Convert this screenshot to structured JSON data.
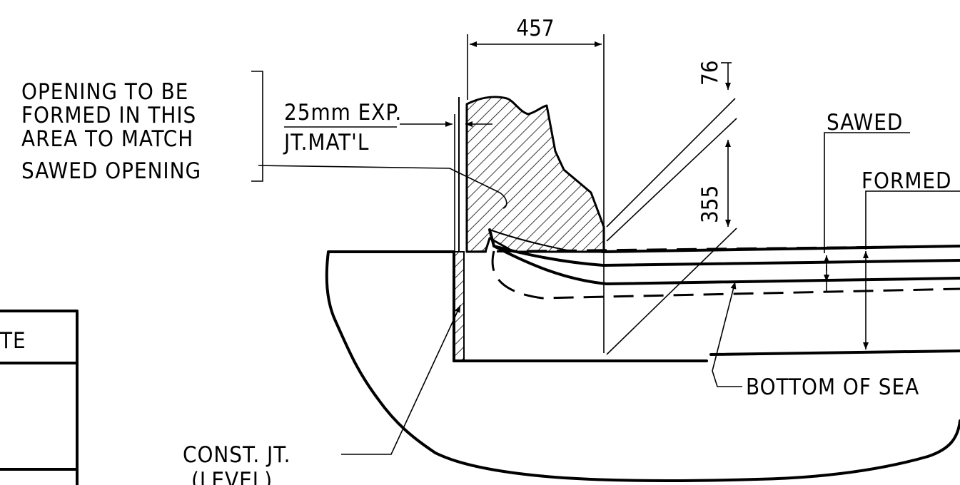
{
  "dimensions": {
    "top_width": "457",
    "joint_offset": "76",
    "depth": "355"
  },
  "labels": {
    "opening_note": [
      "OPENING TO BE",
      "FORMED IN THIS",
      "AREA TO MATCH",
      "SAWED OPENING"
    ],
    "exp_joint": [
      "25mm EXP.",
      "JT.MAT'L"
    ],
    "sawed": "SAWED",
    "formed": "FORMED",
    "bottom_of_seat": "BOTTOM OF SEA",
    "const_joint": [
      "CONST. JT.",
      "(LEVEL)"
    ],
    "title_block_fragment": "TE"
  },
  "colors": {
    "ink": "#000000",
    "paper": "#ffffff"
  }
}
